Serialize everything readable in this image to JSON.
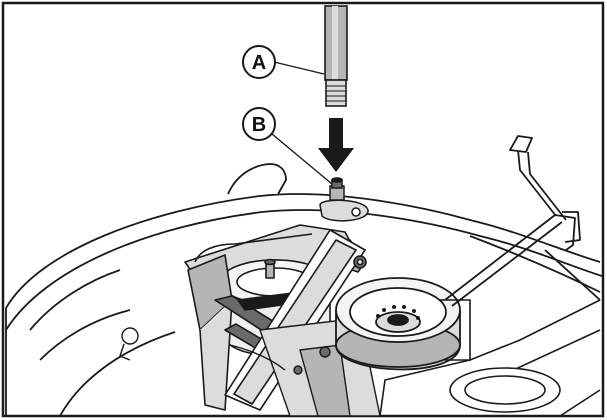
{
  "figure": {
    "callouts": [
      {
        "id": "a",
        "label": "A",
        "icon": "grease-gun-nozzle-icon"
      },
      {
        "id": "b",
        "label": "B",
        "icon": "grease-fitting-icon"
      }
    ],
    "arrow_icon": "down-arrow-icon",
    "colors": {
      "line": "#1a1a1a",
      "frame": "#1a1a1a",
      "shade_light": "#dcdcdc",
      "shade_mid": "#b5b5b5",
      "shade_dark": "#6a6a6a",
      "background": "#ffffff"
    }
  }
}
